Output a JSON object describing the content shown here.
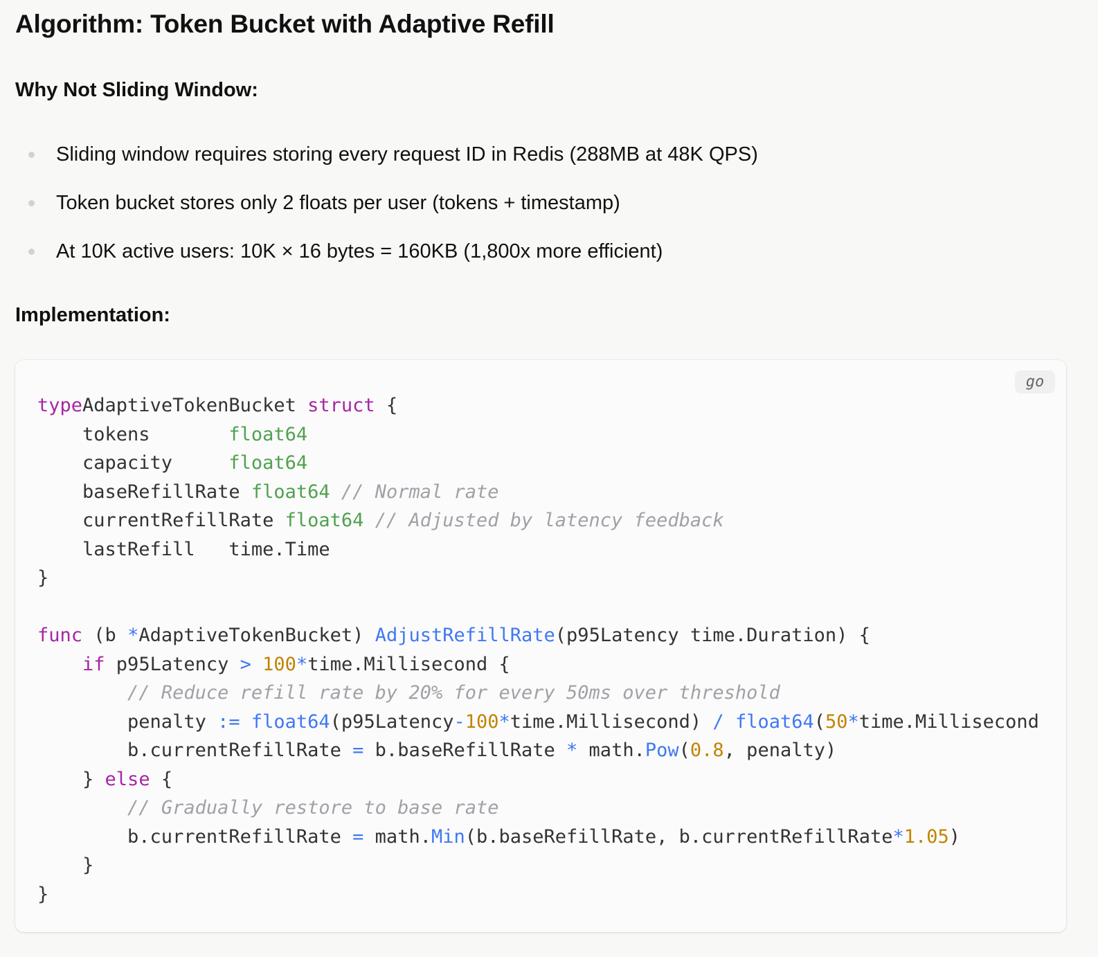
{
  "heading": "Algorithm: Token Bucket with Adaptive Refill",
  "why_heading": "Why Not Sliding Window:",
  "bullets": [
    "Sliding window requires storing every request ID in Redis (288MB at 48K QPS)",
    "Token bucket stores only 2 floats per user (tokens + timestamp)",
    "At 10K active users: 10K × 16 bytes = 160KB (1,800x more efficient)"
  ],
  "impl_heading": "Implementation:",
  "code": {
    "language": "go",
    "lines": [
      [
        [
          "kw",
          "type"
        ],
        [
          "",
          "AdaptiveTokenBucket "
        ],
        [
          "kw",
          "struct"
        ],
        [
          "",
          " {"
        ]
      ],
      [
        [
          "",
          "    tokens       "
        ],
        [
          "ty",
          "float64"
        ]
      ],
      [
        [
          "",
          "    capacity     "
        ],
        [
          "ty",
          "float64"
        ]
      ],
      [
        [
          "",
          "    baseRefillRate "
        ],
        [
          "ty",
          "float64"
        ],
        [
          "",
          " "
        ],
        [
          "cm",
          "// Normal rate"
        ]
      ],
      [
        [
          "",
          "    currentRefillRate "
        ],
        [
          "ty",
          "float64"
        ],
        [
          "",
          " "
        ],
        [
          "cm",
          "// Adjusted by latency feedback"
        ]
      ],
      [
        [
          "",
          "    lastRefill   time.Time"
        ]
      ],
      [
        [
          "",
          "}"
        ]
      ],
      [
        [
          "",
          ""
        ]
      ],
      [
        [
          "kw",
          "func"
        ],
        [
          "",
          " (b "
        ],
        [
          "op",
          "*"
        ],
        [
          "",
          "AdaptiveTokenBucket) "
        ],
        [
          "fn",
          "AdjustRefillRate"
        ],
        [
          "",
          "(p95Latency time.Duration) {"
        ]
      ],
      [
        [
          "",
          "    "
        ],
        [
          "kw",
          "if"
        ],
        [
          "",
          " p95Latency "
        ],
        [
          "op",
          ">"
        ],
        [
          "",
          " "
        ],
        [
          "nm",
          "100"
        ],
        [
          "op",
          "*"
        ],
        [
          "",
          "time.Millisecond {"
        ]
      ],
      [
        [
          "",
          "        "
        ],
        [
          "cm",
          "// Reduce refill rate by 20% for every 50ms over threshold"
        ]
      ],
      [
        [
          "",
          "        penalty "
        ],
        [
          "op",
          ":="
        ],
        [
          "",
          " "
        ],
        [
          "fn",
          "float64"
        ],
        [
          "",
          "(p95Latency"
        ],
        [
          "op",
          "-"
        ],
        [
          "nm",
          "100"
        ],
        [
          "op",
          "*"
        ],
        [
          "",
          "time.Millisecond) "
        ],
        [
          "op",
          "/"
        ],
        [
          "",
          " "
        ],
        [
          "fn",
          "float64"
        ],
        [
          "",
          "("
        ],
        [
          "nm",
          "50"
        ],
        [
          "op",
          "*"
        ],
        [
          "",
          "time.Millisecond"
        ]
      ],
      [
        [
          "",
          "        b.currentRefillRate "
        ],
        [
          "op",
          "="
        ],
        [
          "",
          " b.baseRefillRate "
        ],
        [
          "op",
          "*"
        ],
        [
          "",
          " math."
        ],
        [
          "fn",
          "Pow"
        ],
        [
          "",
          "("
        ],
        [
          "nm",
          "0.8"
        ],
        [
          "",
          ", penalty)"
        ]
      ],
      [
        [
          "",
          "    } "
        ],
        [
          "kw",
          "else"
        ],
        [
          "",
          " {"
        ]
      ],
      [
        [
          "",
          "        "
        ],
        [
          "cm",
          "// Gradually restore to base rate"
        ]
      ],
      [
        [
          "",
          "        b.currentRefillRate "
        ],
        [
          "op",
          "="
        ],
        [
          "",
          " math."
        ],
        [
          "fn",
          "Min"
        ],
        [
          "",
          "(b.baseRefillRate, b.currentRefillRate"
        ],
        [
          "op",
          "*"
        ],
        [
          "nm",
          "1.05"
        ],
        [
          "",
          ")"
        ]
      ],
      [
        [
          "",
          "    }"
        ]
      ],
      [
        [
          "",
          "}"
        ]
      ]
    ]
  }
}
